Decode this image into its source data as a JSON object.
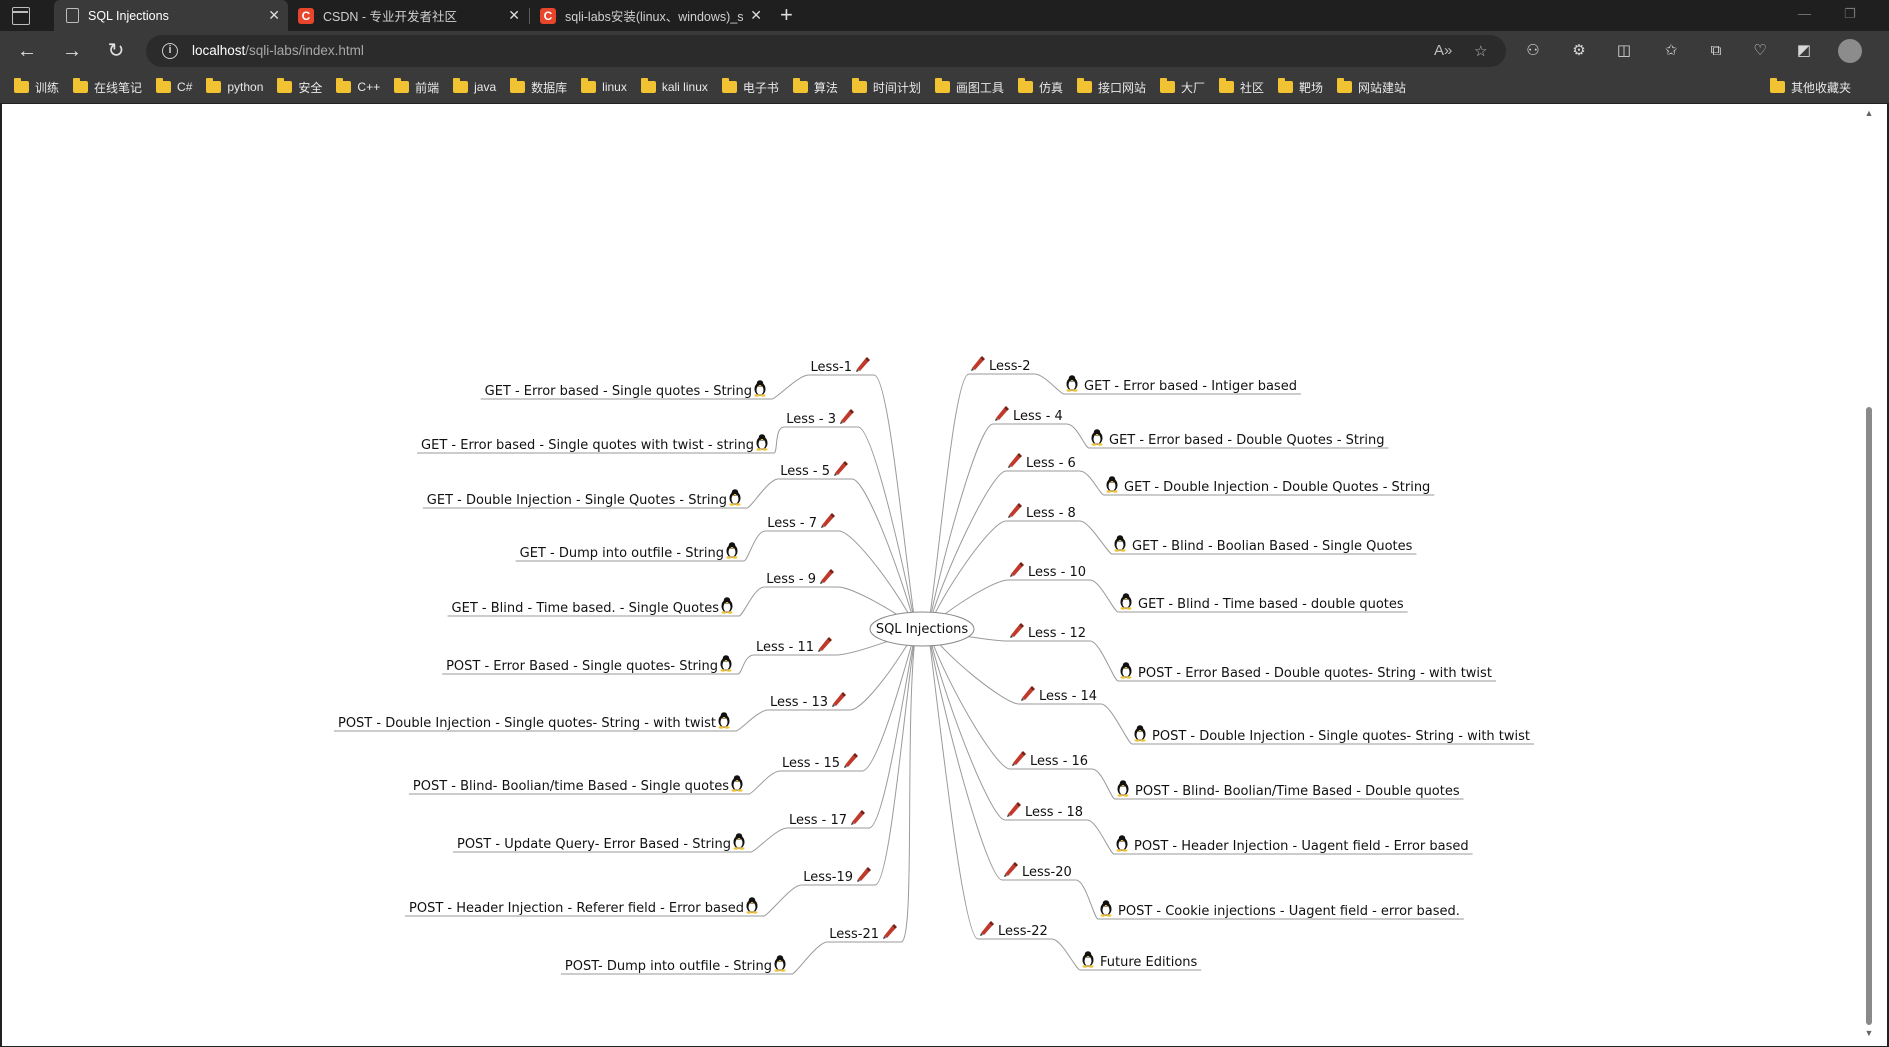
{
  "tabs": [
    {
      "title": "SQL Injections",
      "favicon": "page-icon",
      "active": true
    },
    {
      "title": "CSDN - 专业开发者社区",
      "favicon": "csdn-icon",
      "active": false
    },
    {
      "title": "sqli-labs安装(linux、windows)_sql",
      "favicon": "csdn-icon",
      "active": false
    }
  ],
  "address": {
    "host": "localhost",
    "path": "/sqli-labs/index.html"
  },
  "bookmarks": [
    "训练",
    "在线笔记",
    "C#",
    "python",
    "安全",
    "C++",
    "前端",
    "java",
    "数据库",
    "linux",
    "kali linux",
    "电子书",
    "算法",
    "时间计划",
    "画图工具",
    "仿真",
    "接口网站",
    "大厂",
    "社区",
    "靶场",
    "网站建站"
  ],
  "bookmarks_other": "其他收藏夹",
  "mindmap": {
    "root": "SQL Injections",
    "left": [
      {
        "less": "Less-1",
        "desc": "GET - Error based - Single quotes - String"
      },
      {
        "less": "Less - 3",
        "desc": "GET - Error based - Single quotes with twist - string"
      },
      {
        "less": "Less - 5",
        "desc": "GET - Double Injection - Single Quotes - String"
      },
      {
        "less": "Less - 7",
        "desc": "GET - Dump into outfile - String"
      },
      {
        "less": "Less - 9",
        "desc": "GET - Blind - Time based. -  Single Quotes"
      },
      {
        "less": "Less - 11",
        "desc": "POST - Error Based - Single quotes- String"
      },
      {
        "less": "Less - 13",
        "desc": "POST - Double Injection - Single quotes- String - with twist"
      },
      {
        "less": "Less - 15",
        "desc": "POST - Blind- Boolian/time Based - Single quotes"
      },
      {
        "less": "Less - 17",
        "desc": "POST - Update Query- Error Based - String"
      },
      {
        "less": "Less-19",
        "desc": "POST - Header Injection - Referer field - Error based"
      },
      {
        "less": "Less-21",
        "desc": "POST- Dump into outfile - String"
      }
    ],
    "right": [
      {
        "less": "Less-2",
        "desc": "GET - Error based - Intiger based"
      },
      {
        "less": "Less - 4",
        "desc": "GET - Error based - Double Quotes - String"
      },
      {
        "less": "Less - 6",
        "desc": "GET - Double Injection - Double Quotes - String"
      },
      {
        "less": "Less - 8",
        "desc": "GET - Blind - Boolian Based - Single Quotes"
      },
      {
        "less": "Less - 10",
        "desc": "GET - Blind - Time based - double quotes"
      },
      {
        "less": "Less - 12",
        "desc": "POST - Error Based - Double quotes- String - with twist"
      },
      {
        "less": "Less - 14",
        "desc": "POST - Double Injection - Single quotes- String - with twist"
      },
      {
        "less": "Less - 16",
        "desc": "POST - Blind- Boolian/Time Based - Double quotes"
      },
      {
        "less": "Less - 18",
        "desc": "POST - Header Injection - Uagent field - Error based"
      },
      {
        "less": "Less-20",
        "desc": "POST - Cookie injections - Uagent field - error based."
      },
      {
        "less": "Less-22",
        "desc": "Future Editions"
      }
    ]
  }
}
